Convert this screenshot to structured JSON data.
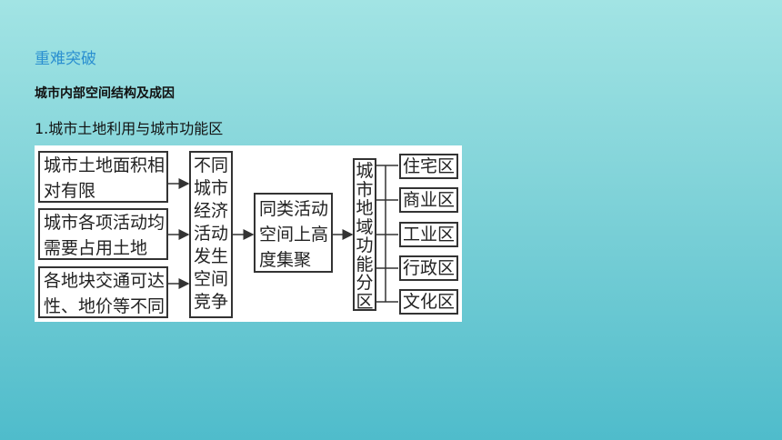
{
  "heading": "重难突破",
  "subheading": "城市内部空间结构及成因",
  "section_title": "1.城市土地利用与城市功能区",
  "diagram": {
    "causes": [
      {
        "line1": "城市土地面积相",
        "line2": "对有限"
      },
      {
        "line1": "城市各项活动均",
        "line2": "需要占用土地"
      },
      {
        "line1": "各地块交通可达",
        "line2": "性、地价等不同"
      }
    ],
    "competition": [
      "不",
      "同",
      "城",
      "市",
      "经",
      "济",
      "活",
      "动",
      "发",
      "生",
      "空",
      "间",
      "竞",
      "争"
    ],
    "gathering": {
      "line1": "同类活动",
      "line2": "空间上高",
      "line3": "度集聚"
    },
    "zones_title": [
      "城",
      "市",
      "地",
      "域",
      "功",
      "能",
      "分",
      "区"
    ],
    "zones": [
      "住宅区",
      "商业区",
      "工业区",
      "行政区",
      "文化区"
    ]
  }
}
